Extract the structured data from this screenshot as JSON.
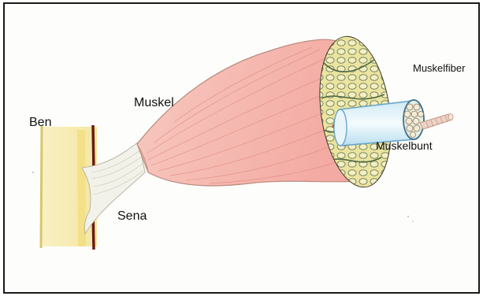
{
  "labels": {
    "bone": "Ben",
    "muscle": "Muskel",
    "tendon": "Sena",
    "muscle_bundle": "Muskelbunt",
    "muscle_fiber": "Muskelfiber"
  },
  "colors": {
    "bone_fill": "#f6ecb4",
    "bone_edge": "#6b1b12",
    "tendon": "#f1f0e6",
    "muscle": "#f5b8b0",
    "muscle_stroke": "#e0867d",
    "cross_section": "#f0e8a6",
    "bundle_cell": "#e9e2a0",
    "bundle_outline": "#6a7e5a",
    "fiber_tube": "#a9d8ee",
    "fiber_strand": "#d9a79a"
  }
}
